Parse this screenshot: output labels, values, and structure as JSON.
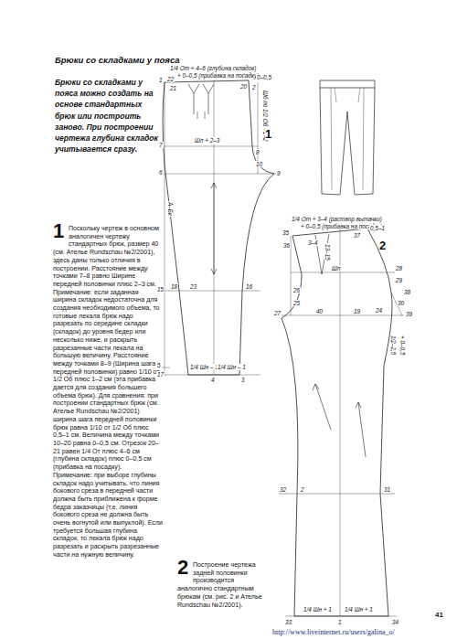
{
  "diagram": {
    "title": "Брюки со складками у пояса",
    "labels": [
      "Брюки со складками у пояса можно создать на основе стандартных брюк или построить заново. При построении чертежа глубина складок учитывается сразу.",
      "1",
      "Поскольку чертеж в основном аналогичен чертежу стандартных брюк, размер 40 (см. Ателье Rundschau №2/2001), здесь даны только отличия в построении. Расстояние между точками 7–8 равно Ширине передней половинки плюс 2–3 см. Примечание: если заданная ширина складок недостаточна для создания необходимого объема, то готовые лекала брюк надо разрезать по середине складки (складок) до уровня бедер или несколько ниже, и раскрыть разрезанные части лекала на большую величину. Расстояние между точками 8–9 (Ширина шага передней половинки) равно 1/10 от 1/2 Об плюс 1–2 см (эта прибавка дается для создания большего объема брюк). Для сравнения: при построении стандартных брюк (см. Ателье Rundschau №2/2001) ширина шага передней половинки брюк равна 1/10 от 1/2 Об плюс 0,5–1 см. Величина между точками 10–20 равна 0–0,5 см. Отрезок 20–21 равен 1/4 От плюс 4–6 см (глубина складок) плюс 0–0,5 см (прибавка на посадку). Примечание: при выборе глубины складок надо учитывать, что линия бокового среза в передней части должна быть приближена к форме бедра заказчицы (т.е. линия бокового среза не должна быть очень вогнутой или выпуклой). Если требуется большая глубина складок, то лекала брюк надо разрезать и раскрыть разрезанные части на нужную величину.",
      "2",
      "Построение чертежа задней половинки производится аналогично стандартным брюкам (см. рис. 2 и Ателье Rundschau №2/2001).",
      "41",
      "http://www.liveinternet.ru/users/galina_o/",
      "1/4 От + 4–6 (глубина складок)",
      "+ 0–0,5 (прибавка на посадку)",
      "1",
      "22",
      "21",
      "20",
      "0–0,5",
      "2",
      "Шп + 2–3",
      "Шб по 1/2 Об +1–2",
      "7",
      "8",
      "6",
      "9",
      "10",
      "А–Бк",
      "15",
      "18",
      "23",
      "16",
      "1/4 Шн – 1",
      "1/4 Шн – 1",
      "5",
      "4",
      "3",
      "17",
      "1",
      "1/4 От + 3–4 (раствор вытачки)",
      "+ 0–0,5 (прибавка на посадку)",
      "3–4",
      "0,5–1",
      "13–15",
      "35",
      "36",
      "37",
      "28",
      "29",
      "38",
      "30",
      "Шп",
      "2",
      "26",
      "25",
      "27",
      "24",
      "40",
      "19",
      "39",
      "1/2–2,5",
      "+ 0–0,5",
      "32",
      "2",
      "31",
      "1/4 Шн + 1",
      "1/4 Шн + 1",
      "33",
      "1",
      "34"
    ]
  }
}
